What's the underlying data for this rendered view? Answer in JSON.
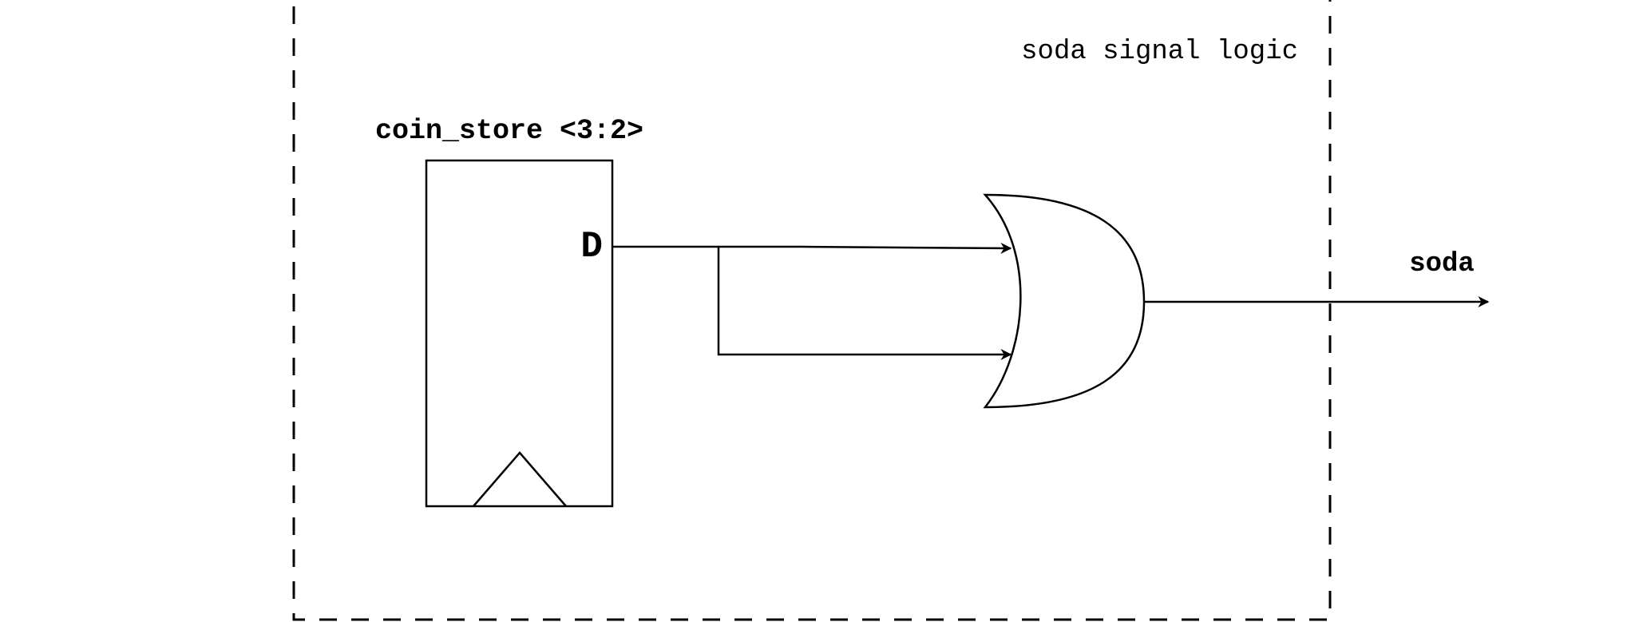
{
  "diagram": {
    "group_label": "soda signal logic",
    "register_label": "coin_store <3:2>",
    "register_port": "D",
    "output_label": "soda"
  },
  "colors": {
    "stroke": "#000000",
    "background": "#ffffff"
  }
}
